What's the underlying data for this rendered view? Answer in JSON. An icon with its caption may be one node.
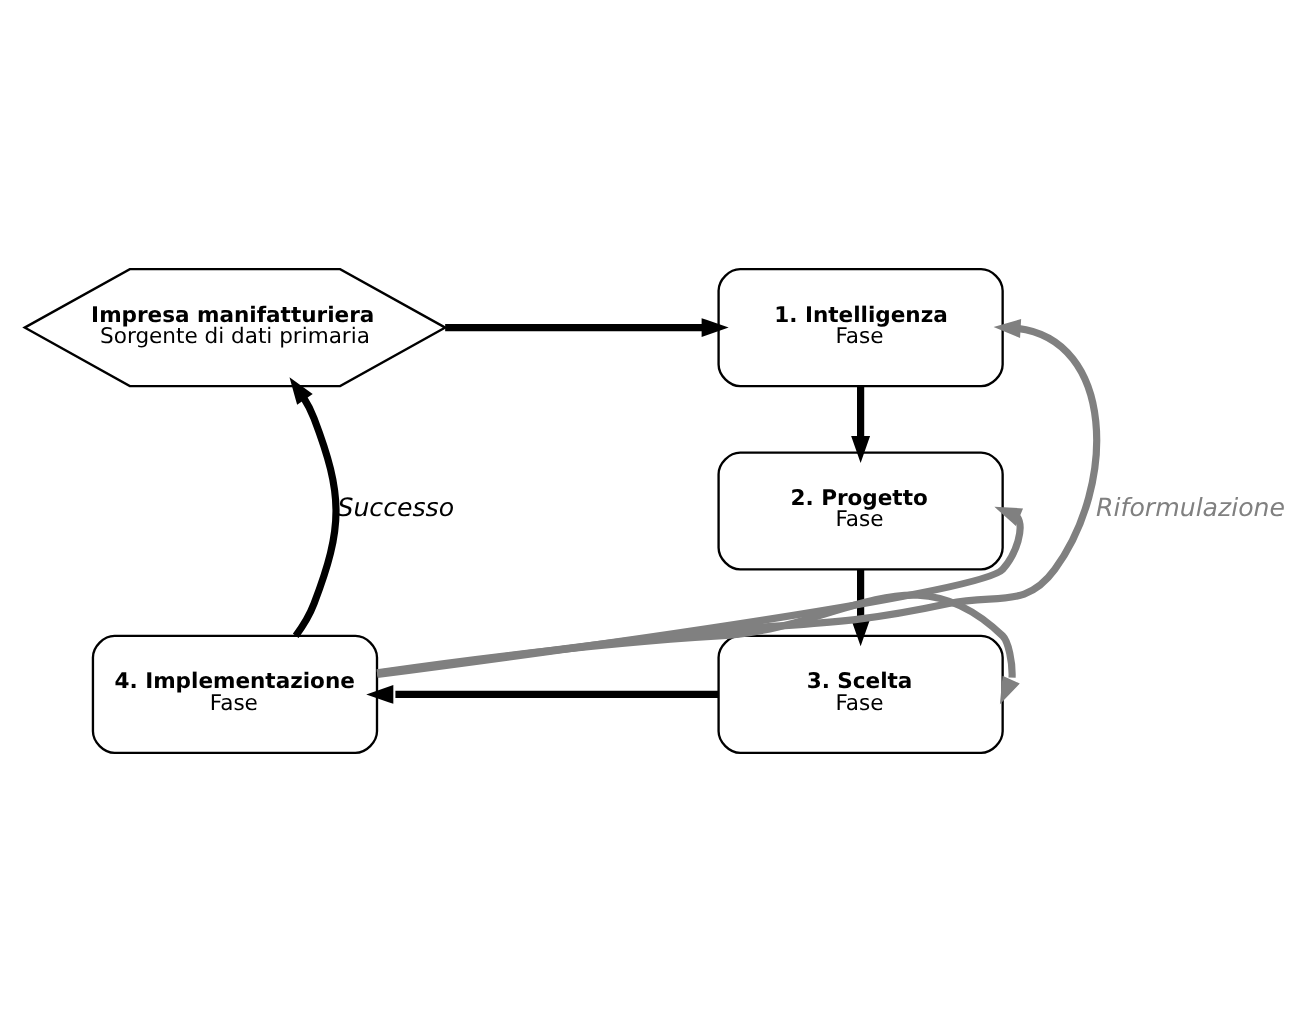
{
  "diagram": {
    "nodes": [
      {
        "text": [
          "Impresa manifatturiera",
          "Sorgente di dati primaria"
        ]
      },
      {
        "text": [
          "1. Intelligenza",
          "Fase"
        ]
      },
      {
        "text": [
          "2. Progetto",
          "Fase"
        ]
      },
      {
        "text": [
          "3. Scelta",
          "Fase"
        ]
      },
      {
        "text": [
          "4. Implementazione",
          "Fase"
        ]
      }
    ],
    "edges": [
      {
        "from": 0,
        "to": 1,
        "arrow": "to"
      },
      {
        "from": 1,
        "to": 2,
        "arrow": "to"
      },
      {
        "from": 2,
        "to": 3,
        "arrow": "to"
      },
      {
        "from": 3,
        "to": 4,
        "arrow": "to"
      },
      {
        "from": 4,
        "to": 0,
        "arrow": "to",
        "label": "Successo"
      },
      {
        "from": 4,
        "to": 1,
        "arrow": "to",
        "color": "#808080",
        "label": "Riformulazione"
      },
      {
        "from": 4,
        "to": 2,
        "arrow": "to",
        "color": "#808080"
      },
      {
        "from": 4,
        "to": 3,
        "arrow": "to",
        "color": "#808080"
      }
    ]
  }
}
